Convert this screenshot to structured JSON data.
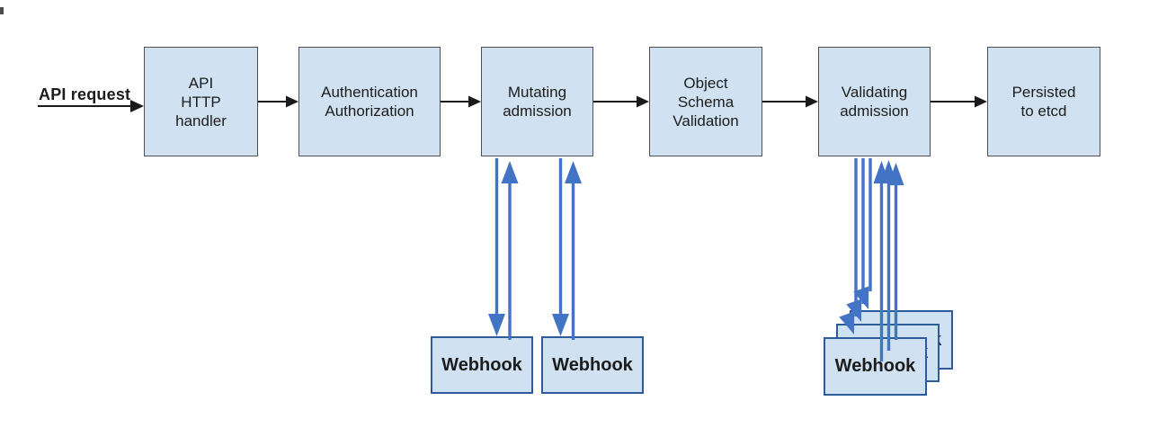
{
  "colors": {
    "box_fill": "#d0e2f1",
    "box_border": "#4f4f4f",
    "webhook_border": "#2d5b9c",
    "arrow_blue": "#4273c4",
    "arrow_black": "#1a1a1a",
    "ink": "#1c1c1c",
    "background": "#ffffff"
  },
  "start_label": "API request",
  "flow": [
    {
      "label": "API\nHTTP\nhandler"
    },
    {
      "label": "Authentication\nAuthorization"
    },
    {
      "label": "Mutating\nadmission"
    },
    {
      "label": "Object\nSchema\nValidation"
    },
    {
      "label": "Validating\nadmission"
    },
    {
      "label": "Persisted\nto etcd"
    }
  ],
  "mutating_webhooks": [
    {
      "label": "Webhook"
    },
    {
      "label": "Webhook"
    }
  ],
  "validating_webhooks": [
    {
      "label": "Webhook"
    },
    {
      "label": "Webhook"
    },
    {
      "label": "Webhook"
    }
  ]
}
